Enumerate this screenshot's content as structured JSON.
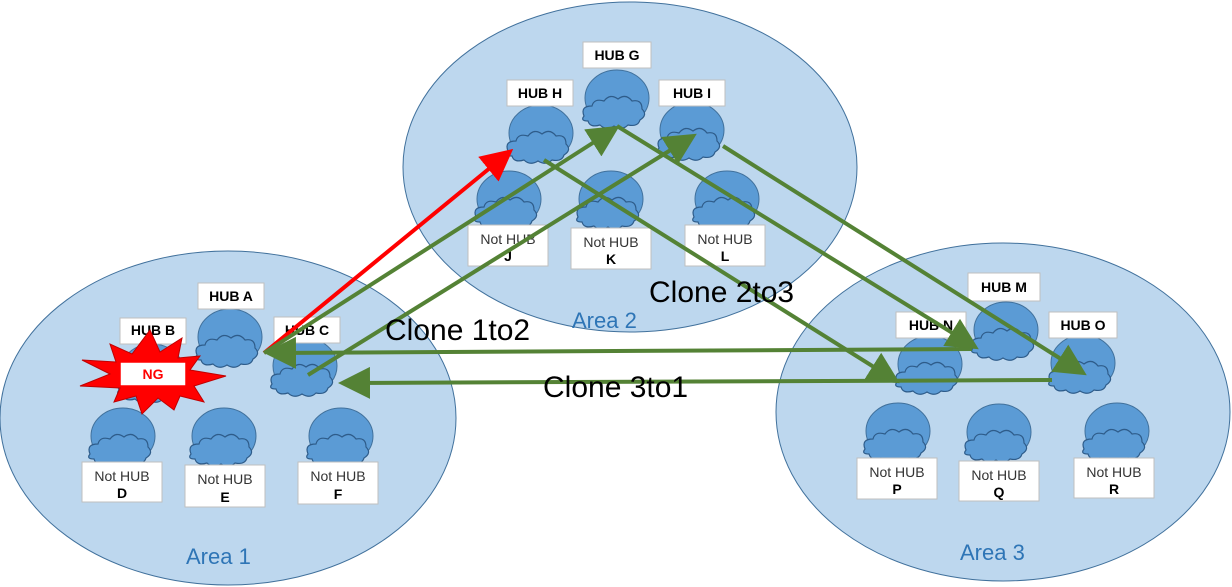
{
  "colors": {
    "area_fill": "#bdd7ee",
    "area_stroke": "#41719c",
    "node_fill": "#5b9bd5",
    "node_stroke": "#41719c",
    "green_arrow": "#548235",
    "red_arrow": "#ff0000",
    "area_text": "#2e75b6"
  },
  "areas": [
    {
      "id": "area1",
      "label": "Area 1"
    },
    {
      "id": "area2",
      "label": "Area 2"
    },
    {
      "id": "area3",
      "label": "Area 3"
    }
  ],
  "hubs": {
    "A": {
      "label": "HUB A",
      "icon": "cloud-icon"
    },
    "B": {
      "label": "HUB B",
      "icon": "cloud-icon"
    },
    "C": {
      "label": "HUB C",
      "icon": "cloud-icon"
    },
    "G": {
      "label": "HUB G",
      "icon": "cloud-icon"
    },
    "H": {
      "label": "HUB H",
      "icon": "cloud-icon"
    },
    "I": {
      "label": "HUB I",
      "icon": "cloud-icon"
    },
    "M": {
      "label": "HUB M",
      "icon": "cloud-icon"
    },
    "N": {
      "label": "HUB N",
      "icon": "cloud-icon"
    },
    "O": {
      "label": "HUB O",
      "icon": "cloud-icon"
    }
  },
  "not_hubs": {
    "D": {
      "text": "Not HUB",
      "letter": "D"
    },
    "E": {
      "text": "Not HUB",
      "letter": "E"
    },
    "F": {
      "text": "Not HUB",
      "letter": "F"
    },
    "J": {
      "text": "Not HUB",
      "letter": "J"
    },
    "K": {
      "text": "Not HUB",
      "letter": "K"
    },
    "L": {
      "text": "Not HUB",
      "letter": "L"
    },
    "P": {
      "text": "Not HUB",
      "letter": "P"
    },
    "Q": {
      "text": "Not HUB",
      "letter": "Q"
    },
    "R": {
      "text": "Not HUB",
      "letter": "R"
    }
  },
  "clones": {
    "c12": "Clone 1to2",
    "c23": "Clone 2to3",
    "c31": "Clone 3to1"
  },
  "failure": {
    "label": "NG",
    "icon": "explosion-icon"
  }
}
